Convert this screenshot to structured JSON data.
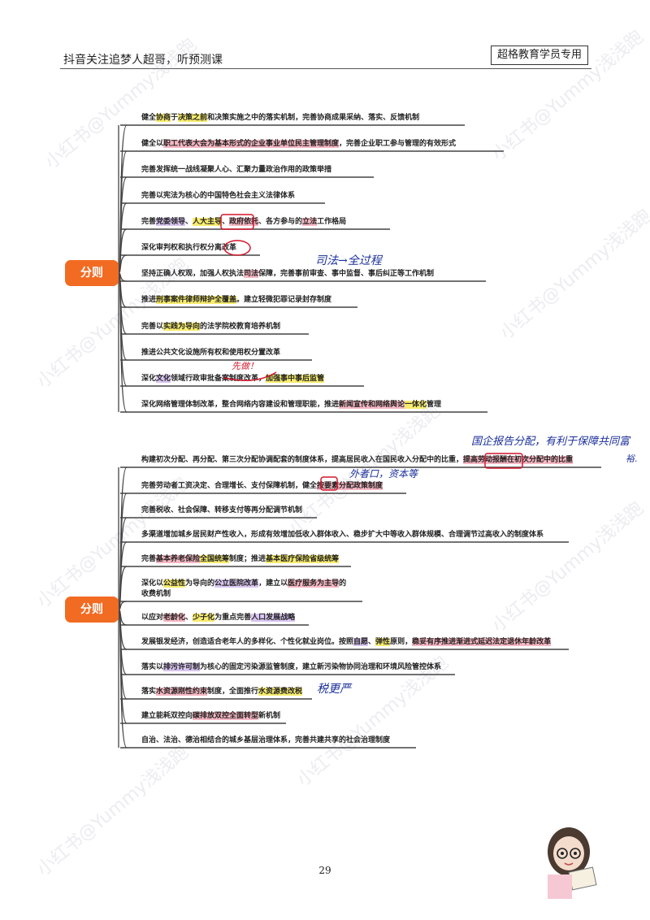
{
  "header": {
    "left": "抖音关注追梦人超哥，听预测课",
    "right": "超格教育学员专用"
  },
  "page_number": "29",
  "watermark": "小红书@Yummy浅浅跑",
  "section1": {
    "badge": "分则",
    "items": [
      {
        "segments": [
          {
            "t": "健全"
          },
          {
            "t": "协商",
            "h": "y"
          },
          {
            "t": "于"
          },
          {
            "t": "决策之前",
            "h": "y"
          },
          {
            "t": "和决策实施之中的落实机制，完善协商成果采纳、落实、反馈机制"
          }
        ]
      },
      {
        "segments": [
          {
            "t": "健全以"
          },
          {
            "t": "职工代表大会为基本形式的企业事业单位民主管理制度",
            "h": "p"
          },
          {
            "t": "，完善企业职工参与管理的有效形式"
          }
        ]
      },
      {
        "segments": [
          {
            "t": "完善发挥统一战线凝聚人心、汇聚力量政治作用的政策举措"
          }
        ]
      },
      {
        "segments": [
          {
            "t": "完善以宪法为核心的中国特色社会主义法律体系"
          }
        ]
      },
      {
        "segments": [
          {
            "t": "完善"
          },
          {
            "t": "党委领导",
            "h": "v"
          },
          {
            "t": "、"
          },
          {
            "t": "人大主导",
            "h": "y"
          },
          {
            "t": "、"
          },
          {
            "t": "政府依托",
            "h": "p"
          },
          {
            "t": "、各方参与的"
          },
          {
            "t": "立法",
            "h": "p"
          },
          {
            "t": "工作格局"
          }
        ]
      },
      {
        "segments": [
          {
            "t": "深化审判权和执行权分离改革"
          }
        ]
      },
      {
        "segments": [
          {
            "t": "坚持正确人权观，加强人权执法"
          },
          {
            "t": "司法",
            "h": "p"
          },
          {
            "t": "保障，完善事前审查、事中监督、事后纠正等工作机制"
          }
        ]
      },
      {
        "segments": [
          {
            "t": "推进"
          },
          {
            "t": "刑事案件律师辩护全覆盖",
            "h": "y"
          },
          {
            "t": "。建立轻微犯罪记录封存制度"
          }
        ]
      },
      {
        "segments": [
          {
            "t": "完善以"
          },
          {
            "t": "实践为导向",
            "h": "y"
          },
          {
            "t": "的法学院校教育培养机制"
          }
        ]
      },
      {
        "segments": [
          {
            "t": "推进公共文化设施所有权和使用权分置改革"
          }
        ]
      },
      {
        "segments": [
          {
            "t": "深化"
          },
          {
            "t": "文化",
            "h": "v"
          },
          {
            "t": "领域行政审批备案制度改革，"
          },
          {
            "t": "加强事中事后监管",
            "h": "y"
          }
        ]
      },
      {
        "segments": [
          {
            "t": "深化网络管理体制改革，整合网络内容建设和管理职能，推进"
          },
          {
            "t": "新闻宣传和网络舆论",
            "h": "p"
          },
          {
            "t": "一体化",
            "h": "y"
          },
          {
            "t": "管理"
          }
        ]
      }
    ]
  },
  "section2": {
    "badge": "分则",
    "items": [
      {
        "segments": [
          {
            "t": "构建初次分配、再分配、第三次分配协调配套的制度体系，提高居民收入在国民收入分配中的比重，"
          },
          {
            "t": "提高劳动报酬在初次分配中的比重",
            "h": "p"
          }
        ]
      },
      {
        "segments": [
          {
            "t": "完善劳动者工资决定、合理增长、支付保障机制，健全"
          },
          {
            "t": "按要素分配政策制度",
            "h": "p"
          }
        ]
      },
      {
        "segments": [
          {
            "t": "完善税收、社会保障、转移支付等再分配调节机制"
          }
        ]
      },
      {
        "segments": [
          {
            "t": "多渠道增加城乡居民财产性收入，形成有效增加低收入群体收入、稳步扩大中等收入群体规模、合理调节过高收入的制度体系"
          }
        ]
      },
      {
        "segments": [
          {
            "t": "完善"
          },
          {
            "t": "基本养老保险",
            "h": "p"
          },
          {
            "t": "全国统筹",
            "h": "y"
          },
          {
            "t": "制度；推进"
          },
          {
            "t": "基本医疗保险省级统筹",
            "h": "y"
          }
        ]
      },
      {
        "segments": [
          {
            "t": "深化以"
          },
          {
            "t": "公益性",
            "h": "y"
          },
          {
            "t": "为导向的"
          },
          {
            "t": "公立医院改革",
            "h": "v"
          },
          {
            "t": "，建立以"
          },
          {
            "t": "医疗服务为主导",
            "h": "p"
          },
          {
            "t": "的"
          }
        ],
        "line2": "收费机制"
      },
      {
        "segments": [
          {
            "t": "以应对"
          },
          {
            "t": "老龄化",
            "h": "p"
          },
          {
            "t": "、"
          },
          {
            "t": "少子化",
            "h": "y"
          },
          {
            "t": "为重点完善"
          },
          {
            "t": "人口发展战略",
            "h": "v"
          }
        ]
      },
      {
        "segments": [
          {
            "t": "发展银发经济，创造适合老年人的多样化、个性化就业岗位。按照"
          },
          {
            "t": "自愿",
            "h": "v"
          },
          {
            "t": "、"
          },
          {
            "t": "弹性",
            "h": "y"
          },
          {
            "t": "原则，"
          },
          {
            "t": "稳妥有序推进渐进式延迟法定退休年龄改革",
            "h": "p"
          }
        ]
      },
      {
        "segments": [
          {
            "t": "落实以"
          },
          {
            "t": "排污许可制",
            "h": "v"
          },
          {
            "t": "为核心的固定污染源监管制度，建立新污染物协同治理和环境风险管控体系"
          }
        ]
      },
      {
        "segments": [
          {
            "t": "落实"
          },
          {
            "t": "水资源刚性约束",
            "h": "p"
          },
          {
            "t": "制度，全面推行"
          },
          {
            "t": "水资源费改税",
            "h": "y"
          }
        ]
      },
      {
        "segments": [
          {
            "t": "建立能耗双控向"
          },
          {
            "t": "碳排放双控全面转型",
            "h": "p"
          },
          {
            "t": "新机制"
          }
        ]
      },
      {
        "segments": [
          {
            "t": "自治、法治、德治相结合的城乡基层治理体系，完善共建共享的社会治理制度"
          }
        ]
      }
    ]
  },
  "handwriting": {
    "note1": "司法→全过程",
    "note2": "先做！",
    "note3": "国企报告分配，有利于保障共同富",
    "note4": "裕.",
    "note5": "外者口，资本等",
    "note6": "税更严"
  },
  "colors": {
    "badge": "#f26b22",
    "yellow": "#f7ec6f",
    "pink": "#f6b7c3",
    "violet": "#d8c5f0",
    "pen_blue": "#1a2f9a",
    "pen_red": "#d3162b"
  },
  "icons": {
    "avatar": "cartoon-girl-reading-avatar"
  }
}
